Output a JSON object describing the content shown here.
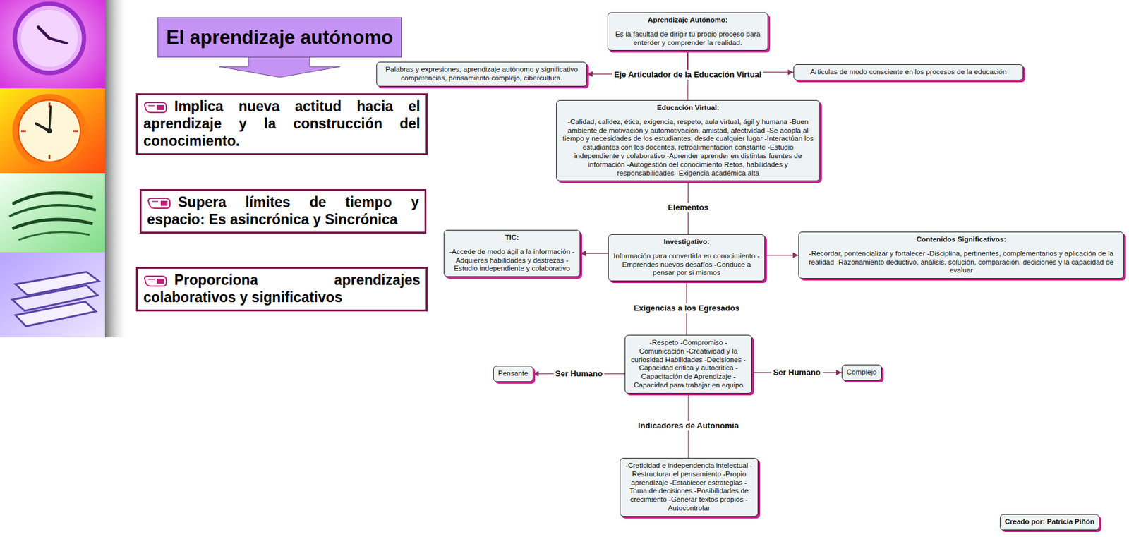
{
  "diagram": {
    "title": "El aprendizaje autónomo",
    "nodes": [
      {
        "text": [
          "Implica nueva actitud hacia el aprendizaje y la construcción del conocimiento."
        ]
      },
      {
        "text": [
          "Supera límites de tiempo y espacio: Es asincrónica y Sincrónica"
        ]
      },
      {
        "text": [
          "Proporciona aprendizajes colaborativos y significativos"
        ]
      },
      {
        "text": [
          "Aprendizaje Autónomo:",
          "Es la facultad de dirigir tu propio proceso para enterder y comprender la realidad."
        ]
      },
      {
        "text": [
          "Palabras y expresiones, aprendizaje autònomo y significativo competencias, pensamiento complejo, cibercultura."
        ]
      },
      {
        "text": [
          "Articulas de modo consciente en los procesos de la educación"
        ]
      },
      {
        "text": [
          "Educación Virtual:",
          "-Calidad, calidez, ética, exigencia, respeto, aula virtual, ágil y humana -Buen ambiente de motivación y automotivación, amistad, afectividad -Se acopla al tiempo y necesidades de los estudiantes, desde cualquier lugar -Interactúan los estudiantes con los docentes, retroalimentación constante -Estudio independiente y colaborativo -Aprender aprender en distintas fuentes de información -Autogestión del conocimiento Retos, habilidades y responsabilidades -Exigencia académica alta"
        ]
      },
      {
        "text": [
          "TIC:",
          "-Accede de modo ágil a la información -Adquieres habilidades y destrezas -Estudio independiente y colaborativo"
        ]
      },
      {
        "text": [
          "Investigativo:",
          "Información para convertirla en conocimiento -Emprendes nuevos desafíos -Conduce a pensar por si mismos"
        ]
      },
      {
        "text": [
          "Contenidos Significativos:",
          "-Recordar, pontencializar y fortalecer -Disciplina, pertinentes, complementarios y aplicación de la realidad -Razonamiento deductivo, análisis, solución, comparación, decisiones y la capacidad de evaluar"
        ]
      },
      {
        "text": [
          "-Respeto -Compromiso -Comunicación -Creatividad y la curiosidad Habilidades -Decisiones -Capacidad critica y autocritica -Capacitación de Aprendizaje -Capacidad para trabajar en equipo"
        ]
      },
      {
        "text": [
          "Pensante"
        ]
      },
      {
        "text": [
          "Complejo"
        ]
      },
      {
        "text": [
          "-Creticidad e independencia intelectual -Restructurar el pensamiento -Propio aprendizaje -Establecer estrategias -Toma de decisiones -Posibilidades de crecimiento -Generar textos propios -Autocontrolar"
        ]
      },
      {
        "text": [
          "Creado por: Patricia Piñón"
        ]
      }
    ],
    "edges": [
      {
        "from": 3,
        "to": 4,
        "arrow": "to"
      },
      {
        "from": 3,
        "to": 5,
        "arrow": "to"
      },
      {
        "from": 3,
        "to": 6,
        "label": "Eje Articulador de la Educación Virtual",
        "arrow": "none"
      },
      {
        "from": 6,
        "to": 8,
        "label": "Elementos",
        "arrow": "none"
      },
      {
        "from": 8,
        "to": 7,
        "arrow": "to"
      },
      {
        "from": 8,
        "to": 9,
        "arrow": "to"
      },
      {
        "from": 8,
        "to": 10,
        "label": "Exigencias a los Egresados",
        "arrow": "none"
      },
      {
        "from": 10,
        "to": 11,
        "label": "Ser Humano",
        "arrow": "to"
      },
      {
        "from": 10,
        "to": 12,
        "label": "Ser Humano",
        "arrow": "to"
      },
      {
        "from": 10,
        "to": 13,
        "label": "Indicadores de Autonomia",
        "arrow": "none"
      }
    ]
  }
}
